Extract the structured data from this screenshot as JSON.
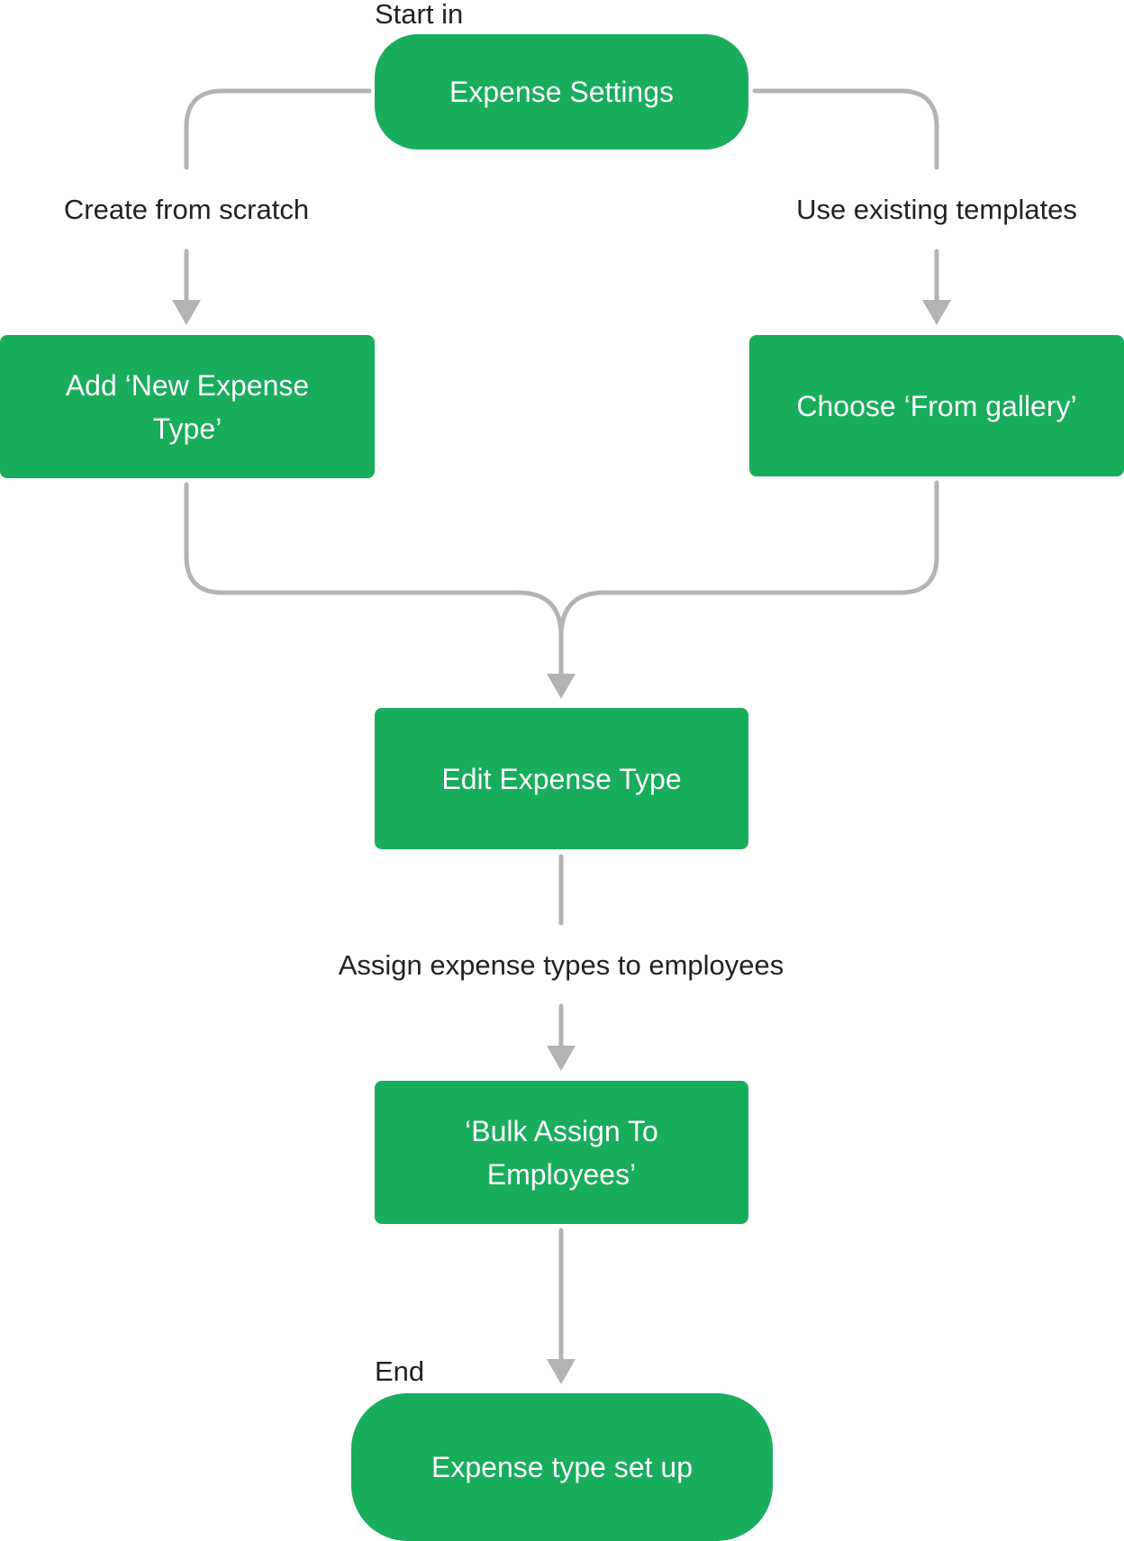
{
  "diagram": {
    "start_label": "Start in",
    "end_label": "End",
    "nodes": {
      "expense_settings": "Expense Settings",
      "add_new_expense_type": "Add ‘New Expense Type’",
      "choose_from_gallery": "Choose ‘From gallery’",
      "edit_expense_type": "Edit Expense Type",
      "bulk_assign": "‘Bulk Assign To Employees’",
      "expense_type_set_up": "Expense type set up"
    },
    "edges": {
      "create_from_scratch": "Create from scratch",
      "use_existing_templates": "Use existing templates",
      "assign_expense_types": "Assign expense types to employees"
    },
    "colors": {
      "node_fill": "#18ad5c",
      "node_text": "#ffffff",
      "connector": "#b3b3b3",
      "label_text": "#222222"
    }
  }
}
